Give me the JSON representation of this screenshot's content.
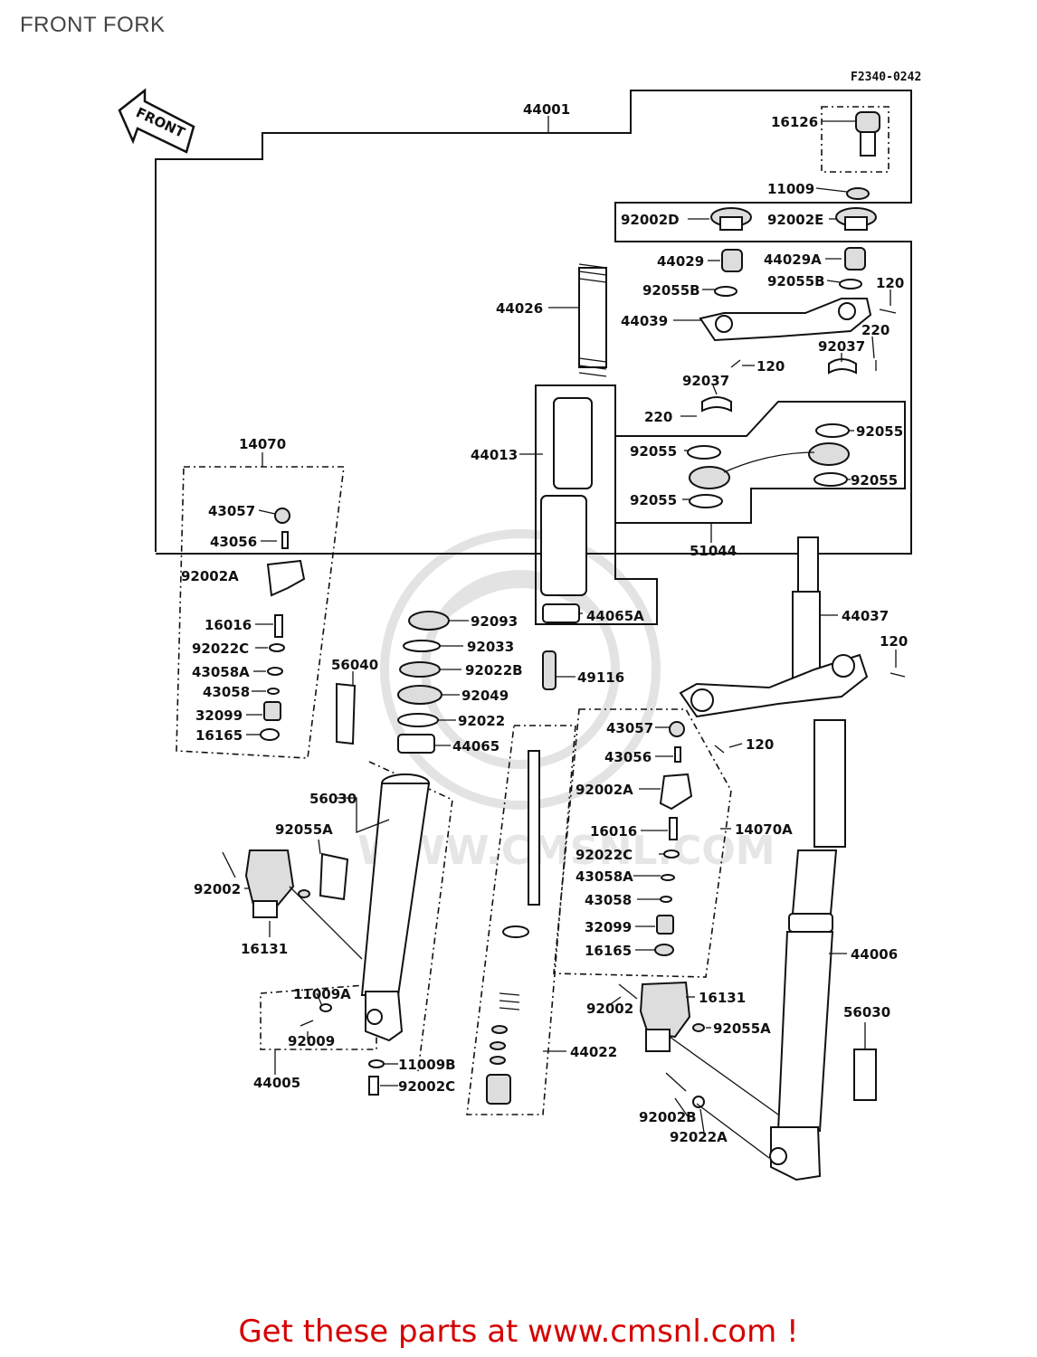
{
  "page": {
    "title": "FRONT FORK",
    "figure_code": "F2340-0242",
    "front_arrow_label": "FRONT",
    "footer": "Get these parts at www.cmsnl.com !",
    "watermark": "WWW.CMSNL.COM"
  },
  "labels": {
    "l44001": "44001",
    "l16126": "16126",
    "l11009": "11009",
    "l92002D": "92002D",
    "l92002E": "92002E",
    "l44029": "44029",
    "l44029A": "44029A",
    "l92055B_a": "92055B",
    "l92055B_b": "92055B",
    "l120_a": "120",
    "l44039": "44039",
    "l220_a": "220",
    "l92037_a": "92037",
    "l120_b": "120",
    "l92037_b": "92037",
    "l220_b": "220",
    "l44026": "44026",
    "l44013": "44013",
    "l92055_a": "92055",
    "l92055_b": "92055",
    "l92055_c": "92055",
    "l92055_d": "92055",
    "l51044": "51044",
    "l14070": "14070",
    "l43057_a": "43057",
    "l43056_a": "43056",
    "l92002A_a": "92002A",
    "l16016_a": "16016",
    "l92022C_a": "92022C",
    "l43058A_a": "43058A",
    "l43058_a": "43058",
    "l32099_a": "32099",
    "l16165_a": "16165",
    "l44065A": "44065A",
    "l44037": "44037",
    "l120_c": "120",
    "l120_d": "120",
    "l92093": "92093",
    "l92033": "92033",
    "l92022B": "92022B",
    "l92049": "92049",
    "l92022": "92022",
    "l44065": "44065",
    "l49116": "49116",
    "l56040": "56040",
    "l56030_a": "56030",
    "l92055A_a": "92055A",
    "l92002_a": "92002",
    "l16131_a": "16131",
    "l43057_b": "43057",
    "l43056_b": "43056",
    "l92002A_b": "92002A",
    "l16016_b": "16016",
    "l14070A": "14070A",
    "l92022C_b": "92022C",
    "l43058A_b": "43058A",
    "l43058_b": "43058",
    "l32099_b": "32099",
    "l16165_b": "16165",
    "l44006": "44006",
    "l11009A": "11009A",
    "l92009": "92009",
    "l44005": "44005",
    "l11009B": "11009B",
    "l92002C": "92002C",
    "l44022": "44022",
    "l16131_b": "16131",
    "l92002_b": "92002",
    "l92055A_b": "92055A",
    "l56030_b": "56030",
    "l92002B": "92002B",
    "l92022A": "92022A"
  }
}
